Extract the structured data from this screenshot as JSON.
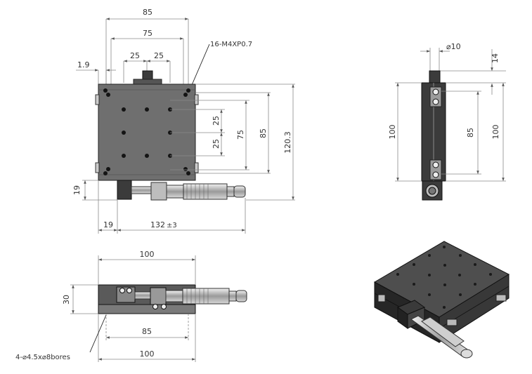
{
  "top_view": {
    "dim_width_85": "85",
    "dim_width_75": "75",
    "dim_pitch_left": "25",
    "dim_pitch_right": "25",
    "dim_edge": "1.9",
    "thread_callout": "16-M4XP0.7",
    "dim_vpitch_upper": "25",
    "dim_vpitch_lower": "25",
    "dim_height_75": "75",
    "dim_height_85": "85",
    "dim_overall_height": "120.3",
    "dim_knob_offset_v": "19",
    "dim_knob_offset_h": "19",
    "dim_travel": "132",
    "dim_travel_tol": "±3"
  },
  "side_view": {
    "dim_diameter": "⌀10",
    "dim_knob_height": "14",
    "dim_height_left": "100",
    "dim_height_85": "85",
    "dim_height_right": "100"
  },
  "front_view": {
    "dim_width_top": "100",
    "dim_thickness": "30",
    "dim_hole_pitch": "85",
    "dim_width_bottom": "100",
    "bore_callout": "4-⌀4.5x⌀8bores"
  },
  "colors": {
    "stage_body": "#6f6f6f",
    "dimension_line": "#8a8a8a",
    "background": "#ffffff"
  }
}
